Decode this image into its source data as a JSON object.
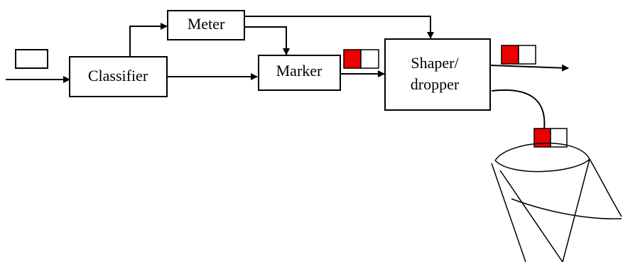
{
  "diagram": {
    "nodes": {
      "classifier": "Classifier",
      "meter": "Meter",
      "marker": "Marker",
      "shaper_line1": "Shaper/",
      "shaper_line2": "dropper"
    },
    "colors": {
      "packet_mark": "#ee0000",
      "packet_body": "#ffffff",
      "stroke": "#000000"
    }
  }
}
